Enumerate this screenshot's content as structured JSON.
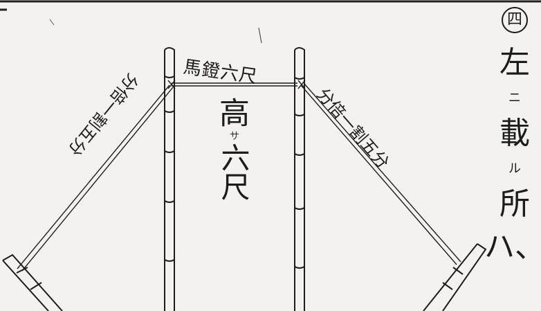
{
  "diagram": {
    "top_label": "馬鐙六尺",
    "height_label": {
      "main_1": "高",
      "small": "サ",
      "main_2": "六尺"
    },
    "left_rope_label": "分倍一割五分",
    "right_rope_label": "分倍一割五分"
  },
  "caption": {
    "marker": "四",
    "chars": [
      {
        "text": "左",
        "small": false
      },
      {
        "text": "ニ",
        "small": true
      },
      {
        "text": "載",
        "small": false
      },
      {
        "text": "ル",
        "small": true
      },
      {
        "text": "所",
        "small": false
      },
      {
        "text": "ハ、",
        "small": false
      }
    ]
  },
  "colors": {
    "paper": "#f3f2ee",
    "ink": "#1c1c1c"
  }
}
